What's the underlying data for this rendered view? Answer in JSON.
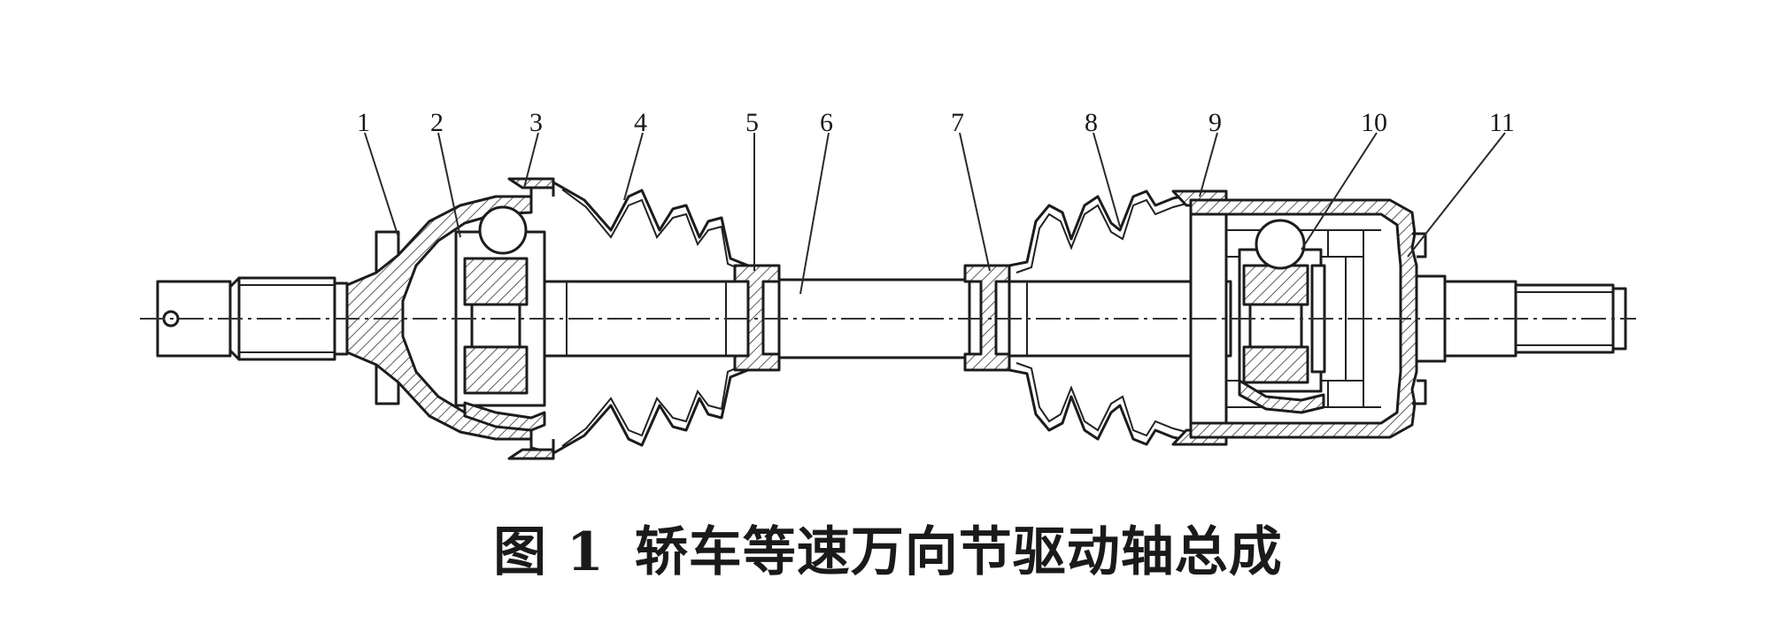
{
  "figure": {
    "caption_prefix": "图 1",
    "caption_title": "轿车等速万向节驱动轴总成"
  },
  "callouts": [
    {
      "id": "1",
      "label": "1"
    },
    {
      "id": "2",
      "label": "2"
    },
    {
      "id": "3",
      "label": "3"
    },
    {
      "id": "4",
      "label": "4"
    },
    {
      "id": "5",
      "label": "5"
    },
    {
      "id": "6",
      "label": "6"
    },
    {
      "id": "7",
      "label": "7"
    },
    {
      "id": "8",
      "label": "8"
    },
    {
      "id": "9",
      "label": "9"
    },
    {
      "id": "10",
      "label": "10"
    },
    {
      "id": "11",
      "label": "11"
    }
  ]
}
